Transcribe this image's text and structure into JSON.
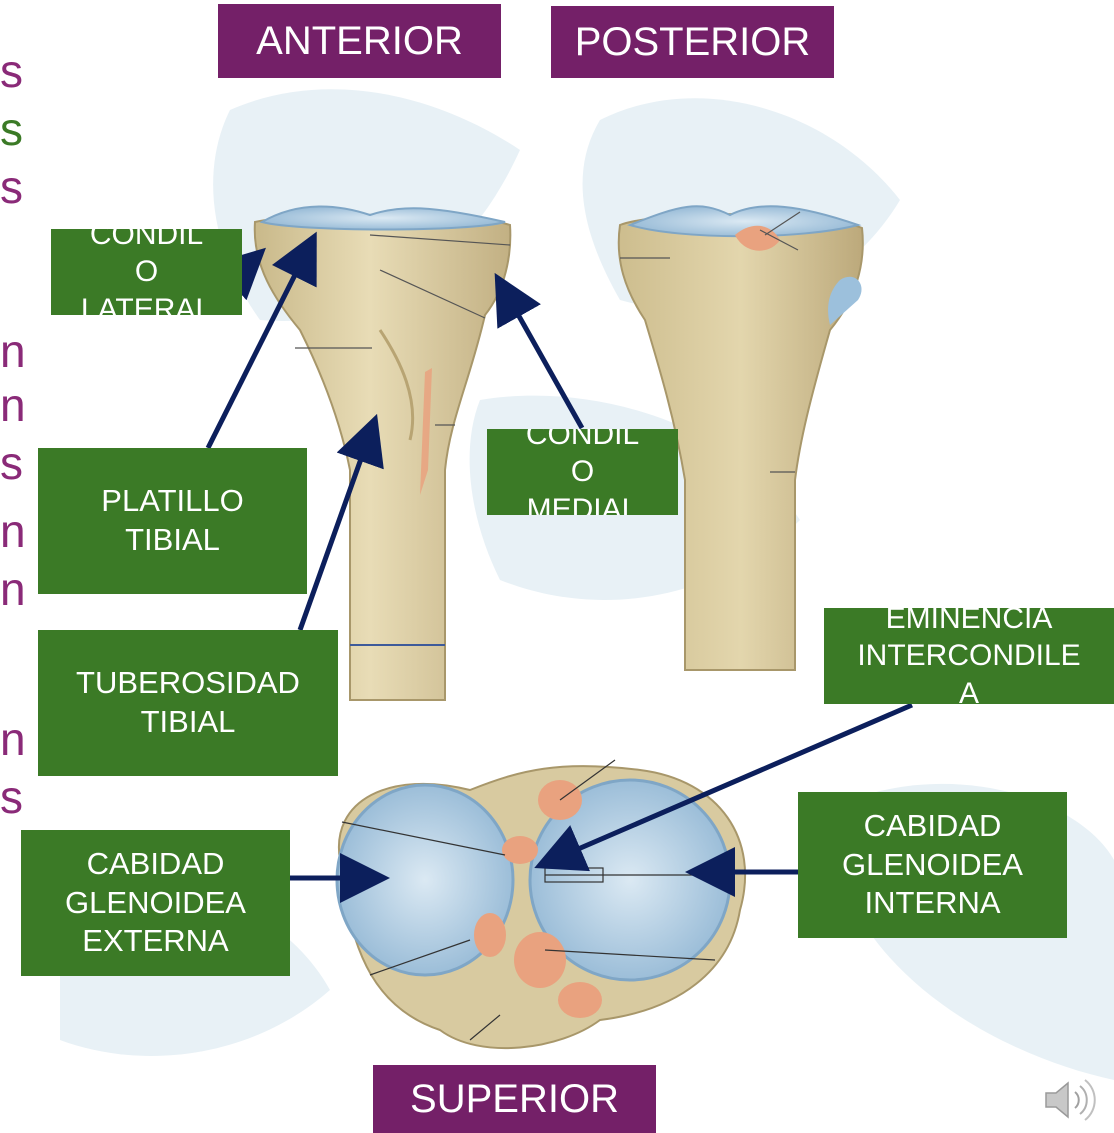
{
  "view_labels": {
    "anterior": "ANTERIOR",
    "posterior": "POSTERIOR",
    "superior": "SUPERIOR"
  },
  "labels": {
    "condilo_lateral": "CONDIL\nO\nLATERAL",
    "condilo_medial": "CONDIL\nO\nMEDIAL",
    "platillo_tibial": "PLATILLO\nTIBIAL",
    "tuberosidad_tibial": "TUBEROSIDAD\nTIBIAL",
    "eminencia_intercondilea": "EMINENCIA\nINTERCONDILE\nA",
    "cavidad_externa": "CABIDAD\nGLENOIDEA\nEXTERNA",
    "cavidad_interna": "CABIDAD\nGLENOIDEA\nINTERNA"
  },
  "side_letters": [
    "s",
    "s",
    "s",
    "n",
    "n",
    "s",
    "n",
    "n",
    "n",
    "s"
  ],
  "colors": {
    "label_green": "#3b7a26",
    "label_purple": "#742068",
    "arrow_navy": "#0c1f5c",
    "bone": "#dccfa4",
    "cartilage": "#a9c9e0",
    "ligament": "#e9a27f"
  },
  "icons": {
    "audio": "speaker-icon"
  }
}
